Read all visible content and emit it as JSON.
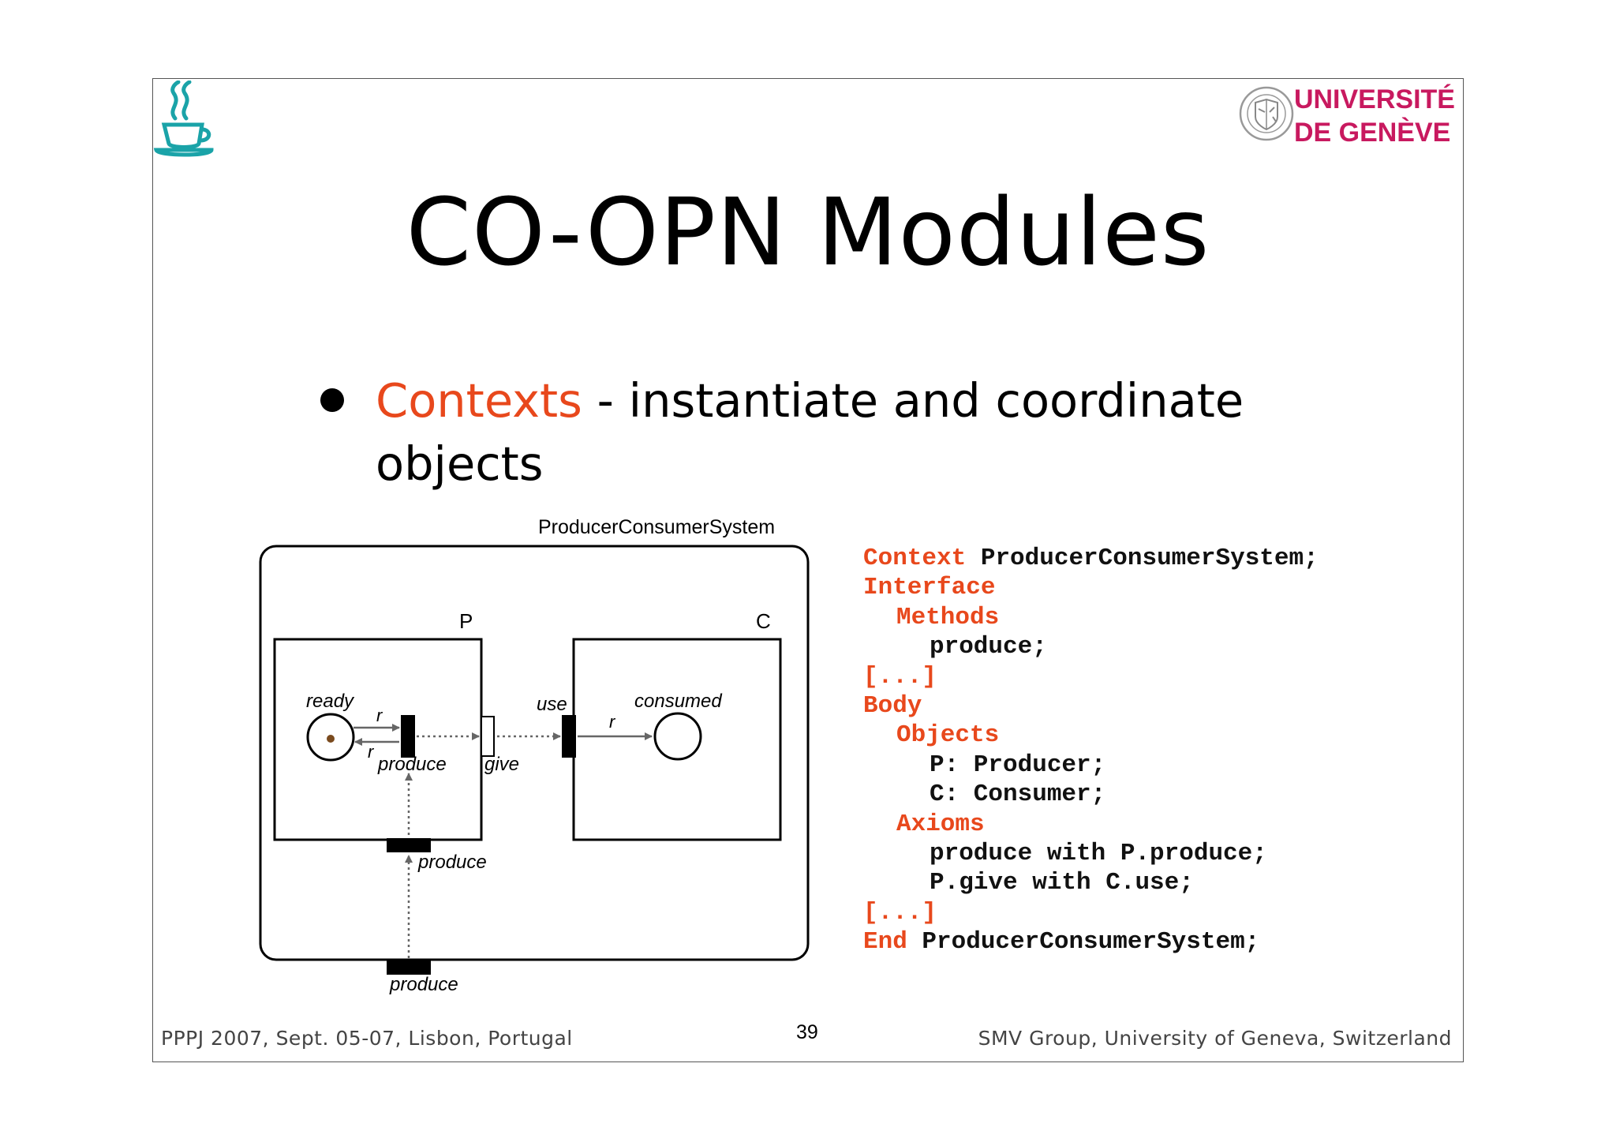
{
  "slide": {
    "title": "CO-OPN Modules",
    "bullet": {
      "highlight": "Contexts",
      "rest": " - instantiate and coordinate objects"
    },
    "university": {
      "line1": "UNIVERSITÉ",
      "line2": "DE GENÈVE"
    },
    "footer": {
      "left": "PPPJ 2007, Sept. 05-07, Lisbon, Portugal",
      "page": "39",
      "right": "SMV Group, University of Geneva, Switzerland"
    }
  },
  "diagram": {
    "system_label": "ProducerConsumerSystem",
    "p_label": "P",
    "c_label": "C",
    "ready": "ready",
    "consumed": "consumed",
    "use": "use",
    "give": "give",
    "produce_inner": "produce",
    "produce_mid": "produce",
    "produce_outer": "produce",
    "arc_r1": "r",
    "arc_r2": "r",
    "arc_r3": "r"
  },
  "code": {
    "l1_kw": "Context",
    "l1_rest": " ProducerConsumerSystem;",
    "l2_kw": "Interface",
    "l3_kw": "Methods",
    "l4": "produce;",
    "l5_kw": "[...]",
    "l6_kw": "Body",
    "l7_kw": "Objects",
    "l8": "P: Producer;",
    "l9": "C: Consumer;",
    "l10_kw": "Axioms",
    "l11": "produce with P.produce;",
    "l12": "P.give with C.use;",
    "l13_kw": "[...]",
    "l14_kw": "End",
    "l14_rest": " ProducerConsumerSystem;"
  },
  "colors": {
    "accent": "#e8481c",
    "university": "#c8195f",
    "logo_teal": "#1aa3a8"
  },
  "icons": [
    "coffee-cup-icon",
    "university-seal-icon"
  ]
}
